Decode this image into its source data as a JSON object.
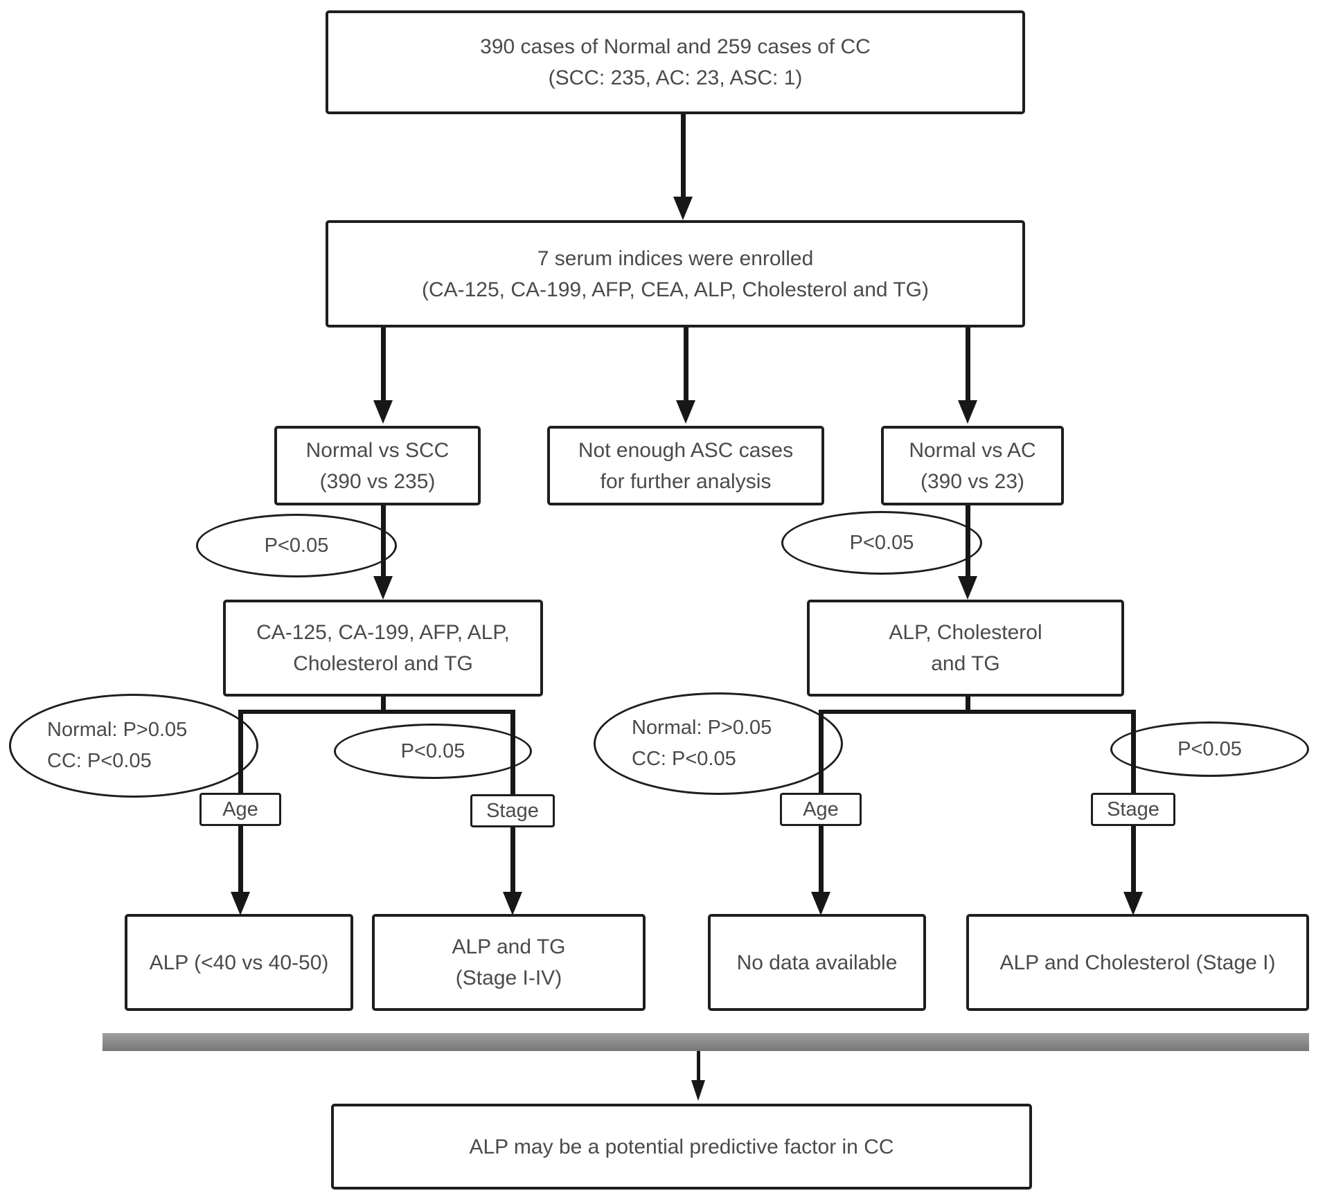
{
  "flowchart": {
    "cases_box": {
      "line1": "390 cases of Normal and 259 cases of CC",
      "line2": "(SCC: 235, AC: 23, ASC: 1)"
    },
    "serum_box": {
      "line1": "7 serum indices were enrolled",
      "line2": "(CA-125, CA-199, AFP, CEA, ALP, Cholesterol and TG)"
    },
    "normal_vs_scc_box": {
      "line1": "Normal vs SCC",
      "line2": "(390 vs 235)"
    },
    "asc_box": {
      "line1": "Not enough ASC cases",
      "line2": "for further analysis"
    },
    "normal_vs_ac_box": {
      "line1": "Normal vs AC",
      "line2": "(390 vs 23)"
    },
    "scc_p_ellipse": "P<0.05",
    "ac_p_ellipse": "P<0.05",
    "scc_markers_box": {
      "line1": "CA-125, CA-199, AFP, ALP,",
      "line2": "Cholesterol and TG"
    },
    "ac_markers_box": {
      "line1": "ALP, Cholesterol",
      "line2": "and TG"
    },
    "scc_age_ellipse": {
      "line1": "Normal: P>0.05",
      "line2": "CC: P<0.05"
    },
    "scc_stage_ellipse": "P<0.05",
    "ac_age_ellipse": {
      "line1": "Normal: P>0.05",
      "line2": "CC: P<0.05"
    },
    "ac_stage_ellipse": "P<0.05",
    "scc_age_label": "Age",
    "scc_stage_label": "Stage",
    "ac_age_label": "Age",
    "ac_stage_label": "Stage",
    "scc_age_result_box": "ALP (<40 vs 40-50)",
    "scc_stage_result_box": {
      "line1": "ALP and TG",
      "line2": "(Stage I-IV)"
    },
    "ac_age_result_box": "No data available",
    "ac_stage_result_box": "ALP and Cholesterol (Stage I)",
    "conclusion_box": "ALP may be a potential predictive factor in CC",
    "colors": {
      "line": "#171717",
      "box_border": "#1e1e1e",
      "text": "#4a4a4a",
      "separator": "#8a8a8a",
      "background": "#ffffff"
    }
  }
}
